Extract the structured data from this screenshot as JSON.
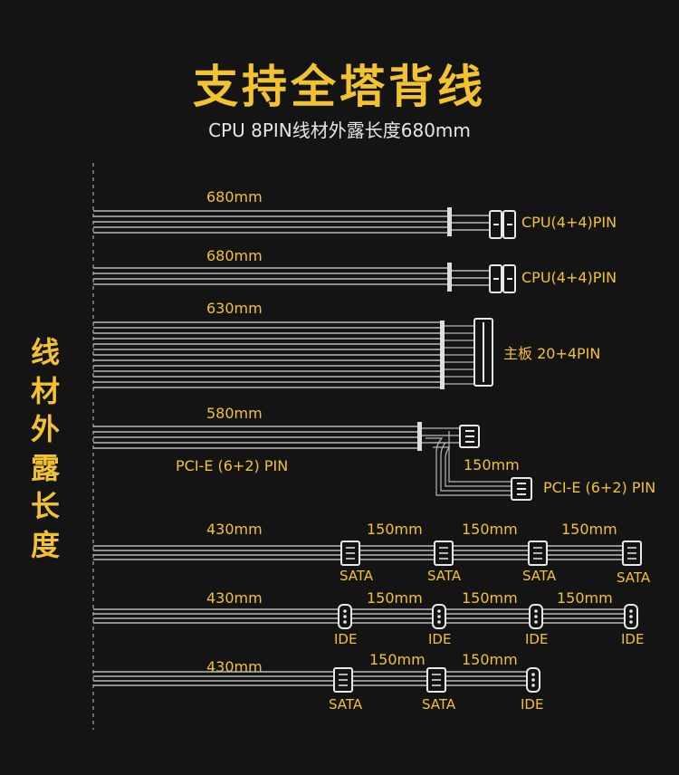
{
  "title": "支持全塔背线",
  "subtitle": "CPU 8PIN线材外露长度680mm",
  "side_label": [
    "线",
    "材",
    "外",
    "露",
    "长",
    "度"
  ],
  "colors": {
    "accent": "#f2c231",
    "wire": "#b8b8b8",
    "background": "#141414"
  },
  "cables": [
    {
      "length": "680mm",
      "connector": "CPU(4+4)PIN"
    },
    {
      "length": "680mm",
      "connector": "CPU(4+4)PIN"
    },
    {
      "length": "630mm",
      "connector": "主板 20+4PIN"
    },
    {
      "length": "580mm",
      "branch_length": "150mm",
      "connector": "PCI-E (6+2) PIN",
      "branch_connector": "PCI-E (6+2) PIN"
    },
    {
      "length": "430mm",
      "segments": [
        "150mm",
        "150mm",
        "150mm"
      ],
      "connectors": [
        "SATA",
        "SATA",
        "SATA",
        "SATA"
      ]
    },
    {
      "length": "430mm",
      "segments": [
        "150mm",
        "150mm",
        "150mm"
      ],
      "connectors": [
        "IDE",
        "IDE",
        "IDE",
        "IDE"
      ]
    },
    {
      "length": "430mm",
      "segments": [
        "150mm",
        "150mm"
      ],
      "connectors": [
        "SATA",
        "SATA",
        "IDE"
      ]
    }
  ]
}
